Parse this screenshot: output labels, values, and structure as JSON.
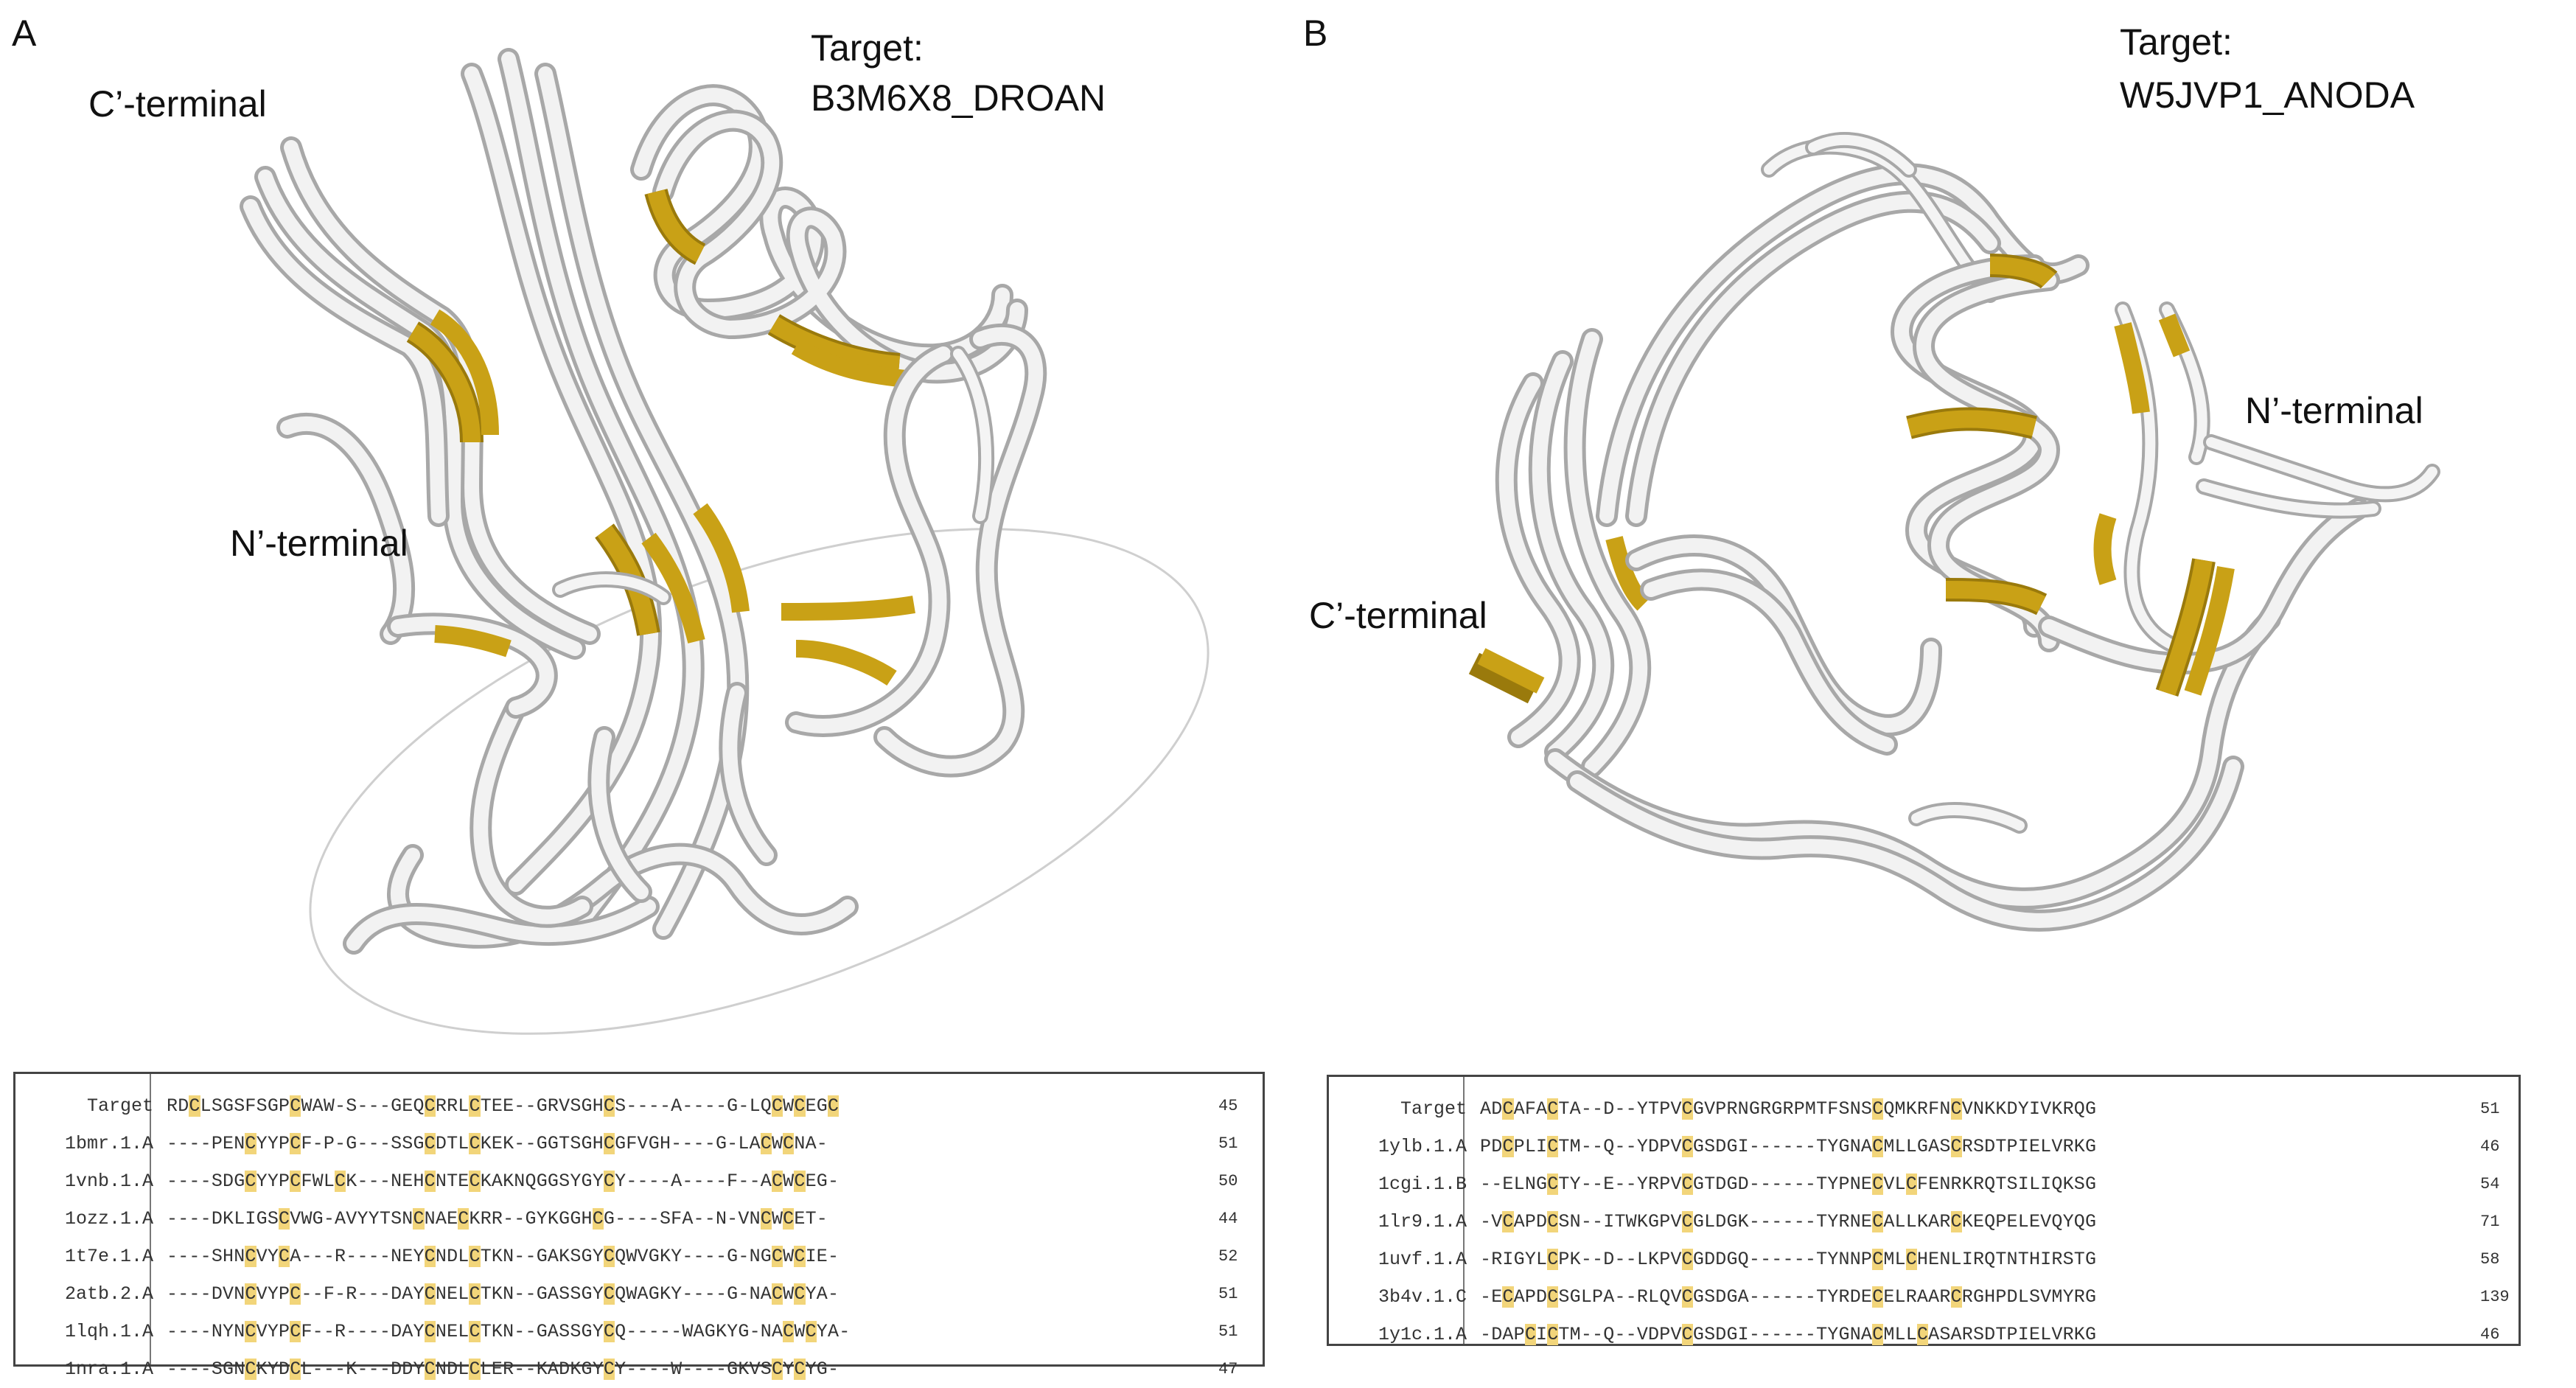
{
  "figure": {
    "panel_a": {
      "letter": "A",
      "target_line1": "Target:",
      "target_line2": "B3M6X8_DROAN",
      "c_terminal": "C’-terminal",
      "n_terminal": "N’-terminal"
    },
    "panel_b": {
      "letter": "B",
      "target_line1": "Target:",
      "target_line2": "W5JVP1_ANODA",
      "c_terminal": "C’-terminal",
      "n_terminal": "N’-terminal"
    },
    "colors": {
      "highlight": "#c9a116",
      "ribbon_face": "#efefef",
      "ribbon_edge": "#a8a8a8",
      "cysteine_box": "#f2d57a"
    }
  },
  "alignment_a": {
    "rows": [
      {
        "name": "Target",
        "seq": "RDCLSGSFSGPCWAW-S---GEQCRRLCTEE--GRVSGHCS----A----G-LQCWCEGC",
        "num": "45"
      },
      {
        "name": "1bmr.1.A",
        "seq": "----PENCYYPCF-P-G---SSGCDTLCKEK--GGTSGHCGFVGH----G-LACWCNA-",
        "num": "51"
      },
      {
        "name": "1vnb.1.A",
        "seq": "----SDGCYYPCFWLCK---NEHCNTECKAKNQGGSYGYCY----A----F--ACWCEG-",
        "num": "50"
      },
      {
        "name": "1ozz.1.A",
        "seq": "----DKLIGSCVWG-AVYYTSNCNAECKRR--GYKGGHCG----SFA--N-VNCWCET-",
        "num": "44"
      },
      {
        "name": "1t7e.1.A",
        "seq": "----SHNCVYCA---R----NEYCNDLCTKN--GAKSGYCQWVGKY----G-NGCWCIE-",
        "num": "52"
      },
      {
        "name": "2atb.2.A",
        "seq": "----DVNCVYPC--F-R---DAYCNELCTKN--GASSGYCQWAGKY----G-NACWCYA-",
        "num": "51"
      },
      {
        "name": "1lqh.1.A",
        "seq": "----NYNCVYPCF--R----DAYCNELCTKN--GASSGYCQ-----WAGKYG-NACWCYA-",
        "num": "51"
      },
      {
        "name": "1nra.1.A",
        "seq": "----SGNCKYDCL---K---DDYCNDLCLER--KADKGYCY----W----GKVSCYCYG-",
        "num": "47"
      }
    ]
  },
  "alignment_b": {
    "rows": [
      {
        "name": "Target",
        "seq": "ADCAFACTA--D--YTPVCGVPRNGRGRPMTFSNSCQMKRFNCVNKKDYIVKRQG",
        "num": "51"
      },
      {
        "name": "1ylb.1.A",
        "seq": "PDCPLICTM--Q--YDPVCGSDGI------TYGNACMLLGASCRSDTPIELVRKG",
        "num": "46"
      },
      {
        "name": "1cgi.1.B",
        "seq": "--ELNGCTY--E--YRPVCGTDGD------TYPNECVLCFENRKRQTSILIQKSG",
        "num": "54"
      },
      {
        "name": "1lr9.1.A",
        "seq": "-VCAPDCSN--ITWKGPVCGLDGK------TYRNECALLKARCKEQPELEVQYQG",
        "num": "71"
      },
      {
        "name": "1uvf.1.A",
        "seq": "-RIGYLCPK--D--LKPVCGDDGQ------TYNNPCMLCHENLIRQTNTHIRSTG",
        "num": "58"
      },
      {
        "name": "3b4v.1.C",
        "seq": "-ECAPDCSGLPA--RLQVCGSDGA------TYRDECELRAARCRGHPDLSVMYRG",
        "num": "139"
      },
      {
        "name": "1y1c.1.A",
        "seq": "-DAPCICTM--Q--VDPVCGSDGI------TYGNACMLLCASARSDTPIELVRKG",
        "num": "46"
      }
    ]
  }
}
